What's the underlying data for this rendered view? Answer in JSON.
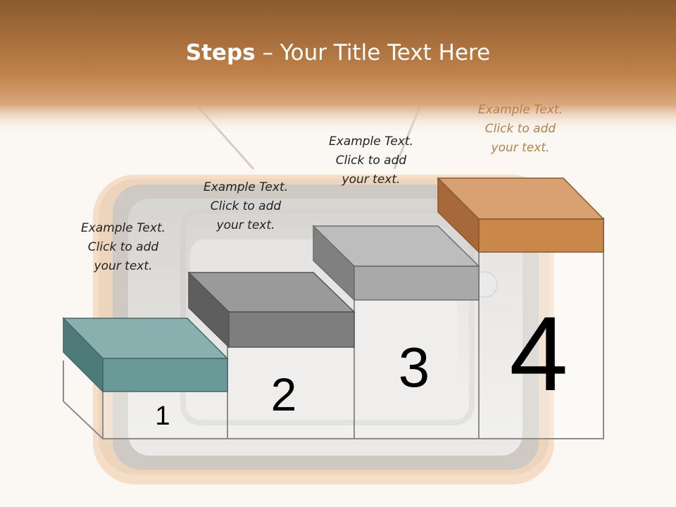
{
  "slide": {
    "title_bold": "Steps",
    "title_rest": " – Your Title Text Here"
  },
  "steps": [
    {
      "number": "1",
      "line1": "Example Text.",
      "line2": "Click  to add",
      "line3": "your text.",
      "color": "#6a9a98"
    },
    {
      "number": "2",
      "line1": "Example Text.",
      "line2": "Click  to add",
      "line3": "your text.",
      "color": "#7e7e7e"
    },
    {
      "number": "3",
      "line1": "Example Text.",
      "line2": "Click  to add",
      "line3": "your text.",
      "color": "#a9a9a9"
    },
    {
      "number": "4",
      "line1": "Example Text.",
      "line2": "Click  to add",
      "line3": "your text.",
      "color": "#c98849"
    }
  ],
  "colors": {
    "header": "#c0814a",
    "caption_accent": "#b5804d"
  }
}
